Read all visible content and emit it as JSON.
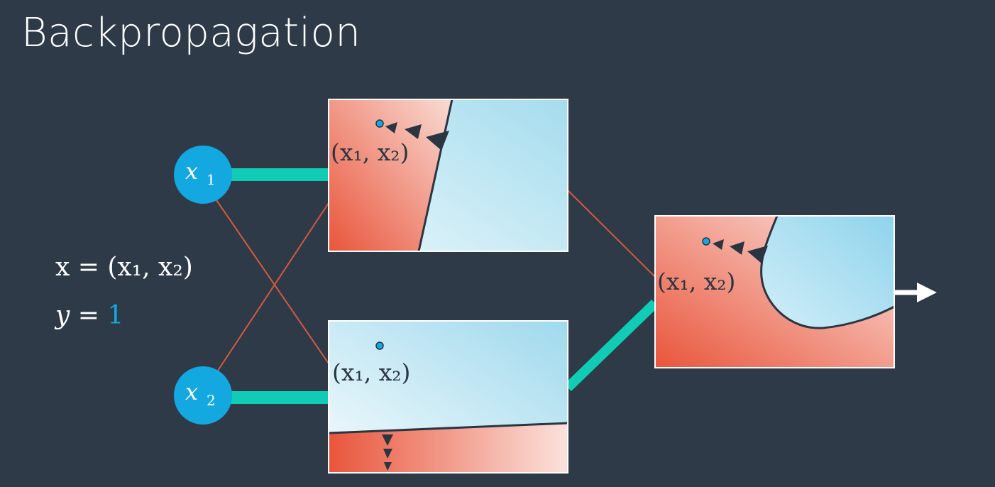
{
  "title": "Backpropagation",
  "inputs": [
    {
      "symbol": "x",
      "subscript": "1"
    },
    {
      "symbol": "x",
      "subscript": "2"
    }
  ],
  "definitions": {
    "x_def": "x = (x₁, x₂)",
    "y_lhs": "y = ",
    "y_value": "1"
  },
  "point_label": "(x₁, x₂)",
  "colors": {
    "background": "#2e3a48",
    "node": "#13a8e0",
    "strong_edge": "#11ccb5",
    "weak_edge": "#d45a3c",
    "red_region": "#ec5f45",
    "blue_region": "#a8def0",
    "boundary": "#2b3542",
    "output_arrow": "#ffffff"
  }
}
